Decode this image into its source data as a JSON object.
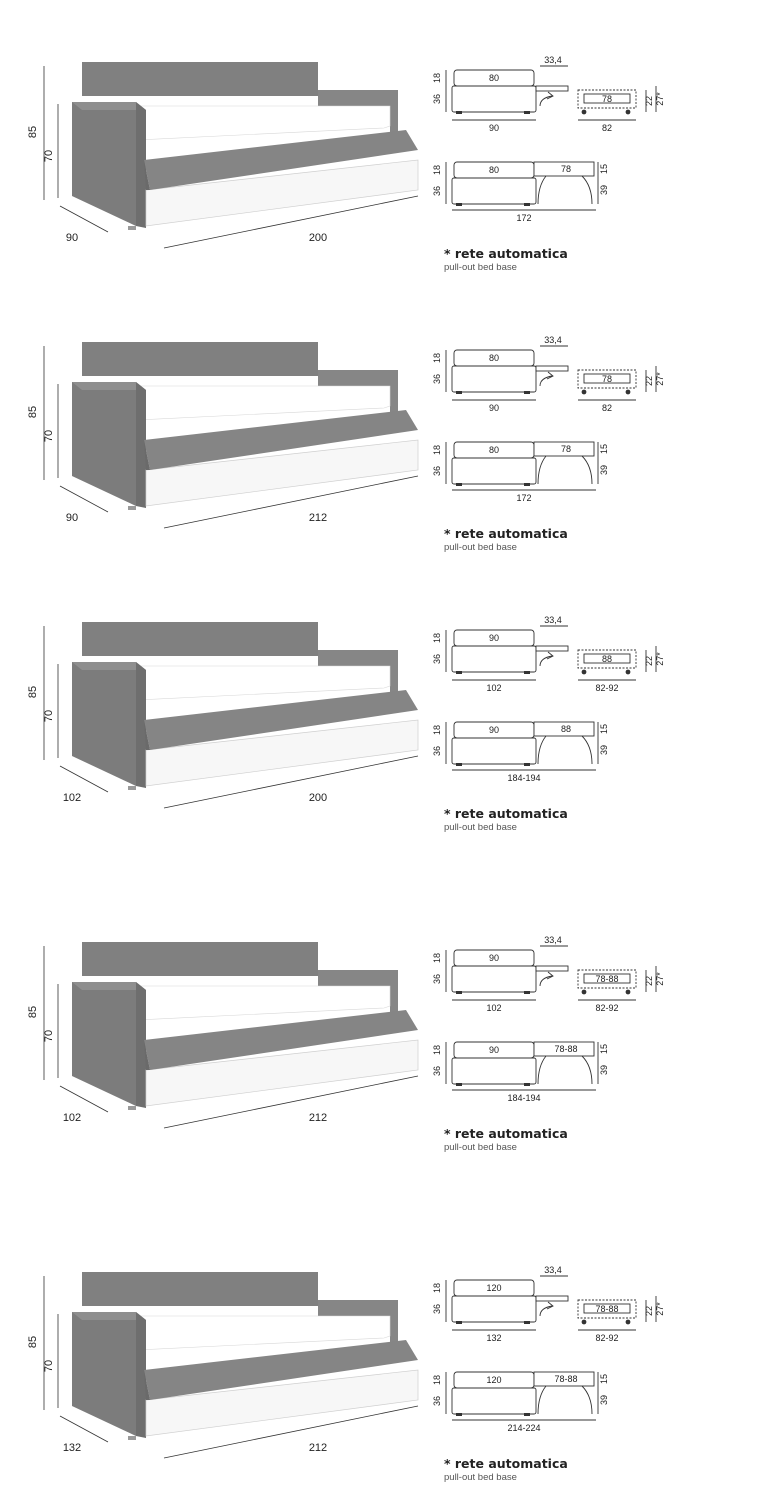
{
  "note": {
    "title": "* rete automatica",
    "subtitle": "pull-out bed base"
  },
  "colors": {
    "upholstery": "#808080",
    "mattress": "#ffffff",
    "line": "#333333"
  },
  "models": [
    {
      "height": "85",
      "seat_height": "70",
      "depth": "90",
      "length": "200",
      "top_cushion": "80",
      "pull_depth": "33,4",
      "base_depth": "90",
      "net": "78",
      "net_width": "82",
      "dim_18": "18",
      "dim_36": "36",
      "dim_22": "22",
      "dim_27": "27*",
      "bed_cushion": "80",
      "bed_net": "78",
      "bed_length": "172",
      "dim_15": "15",
      "dim_39": "39"
    },
    {
      "height": "85",
      "seat_height": "70",
      "depth": "90",
      "length": "212",
      "top_cushion": "80",
      "pull_depth": "33,4",
      "base_depth": "90",
      "net": "78",
      "net_width": "82",
      "dim_18": "18",
      "dim_36": "36",
      "dim_22": "22",
      "dim_27": "27*",
      "bed_cushion": "80",
      "bed_net": "78",
      "bed_length": "172",
      "dim_15": "15",
      "dim_39": "39"
    },
    {
      "height": "85",
      "seat_height": "70",
      "depth": "102",
      "length": "200",
      "top_cushion": "90",
      "pull_depth": "33,4",
      "base_depth": "102",
      "net": "88",
      "net_width": "82-92",
      "dim_18": "18",
      "dim_36": "36",
      "dim_22": "22",
      "dim_27": "27*",
      "bed_cushion": "90",
      "bed_net": "88",
      "bed_length": "184-194",
      "dim_15": "15",
      "dim_39": "39"
    },
    {
      "height": "85",
      "seat_height": "70",
      "depth": "102",
      "length": "212",
      "top_cushion": "90",
      "pull_depth": "33,4",
      "base_depth": "102",
      "net": "78-88",
      "net_width": "82-92",
      "dim_18": "18",
      "dim_36": "36",
      "dim_22": "22",
      "dim_27": "27*",
      "bed_cushion": "90",
      "bed_net": "78-88",
      "bed_length": "184-194",
      "dim_15": "15",
      "dim_39": "39"
    },
    {
      "height": "85",
      "seat_height": "70",
      "depth": "132",
      "length": "212",
      "top_cushion": "120",
      "pull_depth": "33,4",
      "base_depth": "132",
      "net": "78-88",
      "net_width": "82-92",
      "dim_18": "18",
      "dim_36": "36",
      "dim_22": "22",
      "dim_27": "27*",
      "bed_cushion": "120",
      "bed_net": "78-88",
      "bed_length": "214-224",
      "dim_15": "15",
      "dim_39": "39"
    }
  ]
}
